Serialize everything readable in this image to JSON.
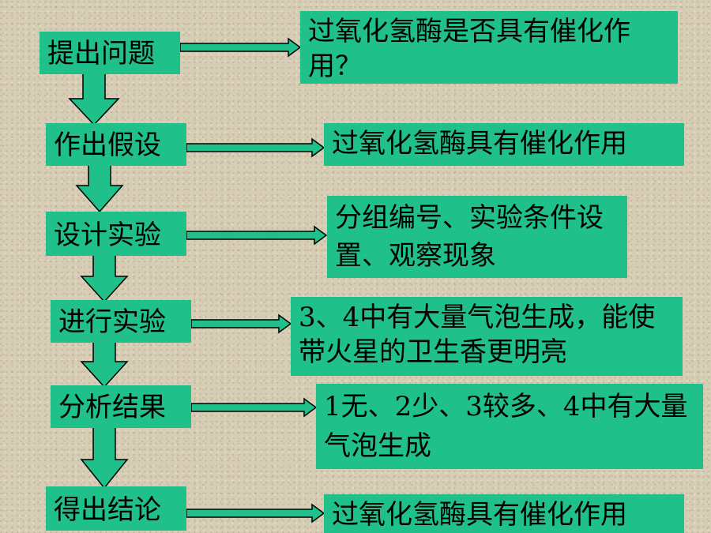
{
  "steps": [
    {
      "label": "提出问题",
      "result": "过氧化氢酶是否具有催化作用？"
    },
    {
      "label": "作出假设",
      "result": "过氧化氢酶具有催化作用"
    },
    {
      "label": "设计实验",
      "result": "分组编号、实验条件设置、观察现象"
    },
    {
      "label": "进行实验",
      "result": "3、4中有大量气泡生成，能使带火星的卫生香更明亮"
    },
    {
      "label": "分析结果",
      "result": "1无、2少、3较多、4中有大量气泡生成"
    },
    {
      "label": "得出结论",
      "result": "过氧化氢酶具有催化作用"
    }
  ],
  "colors": {
    "box": "#20c08a",
    "background": "#d6cdb4",
    "stroke": "#000000"
  }
}
